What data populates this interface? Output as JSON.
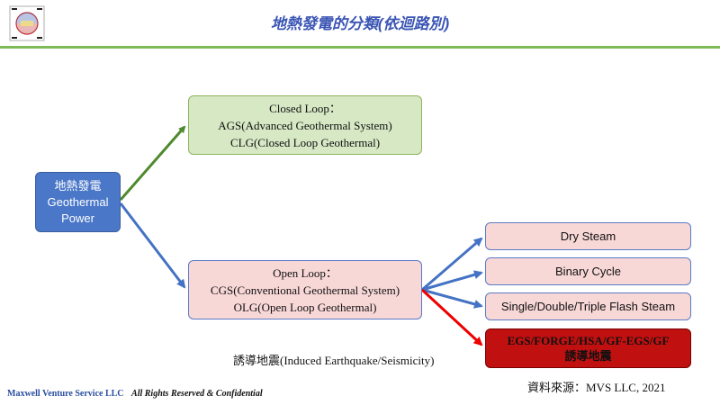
{
  "title": "地熱發電的分類(依迴路別)",
  "colors": {
    "title": "#3a55b4",
    "rule": "#7fba5a",
    "root_fill": "#4a77c8",
    "closed_fill": "#d6e8c4",
    "open_fill": "#f8d7d7",
    "egs_fill": "#c01010",
    "arrow_green": "#4f8a2e",
    "arrow_blue": "#4472c4",
    "arrow_red": "#ee0000"
  },
  "root": {
    "line1": "地熱發電",
    "line2": "Geothermal",
    "line3": "Power"
  },
  "closed_loop": {
    "line1": "Closed Loop：",
    "line2": "AGS(Advanced Geothermal System)",
    "line3": "CLG(Closed Loop Geothermal)"
  },
  "open_loop": {
    "line1": "Open Loop：",
    "line2": "CGS(Conventional Geothermal System)",
    "line3": "OLG(Open Loop Geothermal)"
  },
  "open_types": {
    "dry_steam": "Dry Steam",
    "binary_cycle": "Binary Cycle",
    "flash_steam": "Single/Double/Triple Flash Steam",
    "egs_line1": "EGS/FORGE/HSA/GF-EGS/GF",
    "egs_line2": "誘導地震"
  },
  "induced_note": "誘導地震(Induced Earthquake/Seismicity)",
  "source": "資料來源：MVS LLC, 2021",
  "footer": {
    "company": "Maxwell Venture Service LLC",
    "rights": "All Rights Reserved & Confidential"
  }
}
